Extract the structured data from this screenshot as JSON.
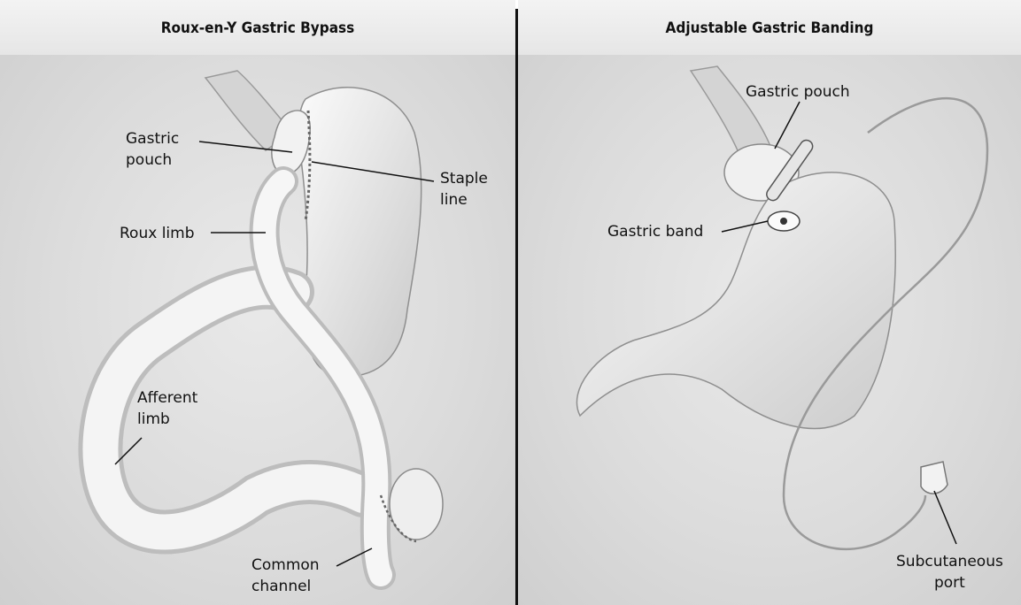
{
  "left": {
    "title": "Roux-en-Y Gastric Bypass",
    "labels": {
      "gastric_pouch": "Gastric\npouch",
      "staple_line": "Staple\nline",
      "roux_limb": "Roux limb",
      "afferent_limb": "Afferent\nlimb",
      "common_channel": "Common\nchannel"
    }
  },
  "right": {
    "title": "Adjustable Gastric Banding",
    "labels": {
      "gastric_pouch": "Gastric pouch",
      "gastric_band": "Gastric band",
      "subcutaneous_port": "Subcutaneous\nport"
    }
  }
}
